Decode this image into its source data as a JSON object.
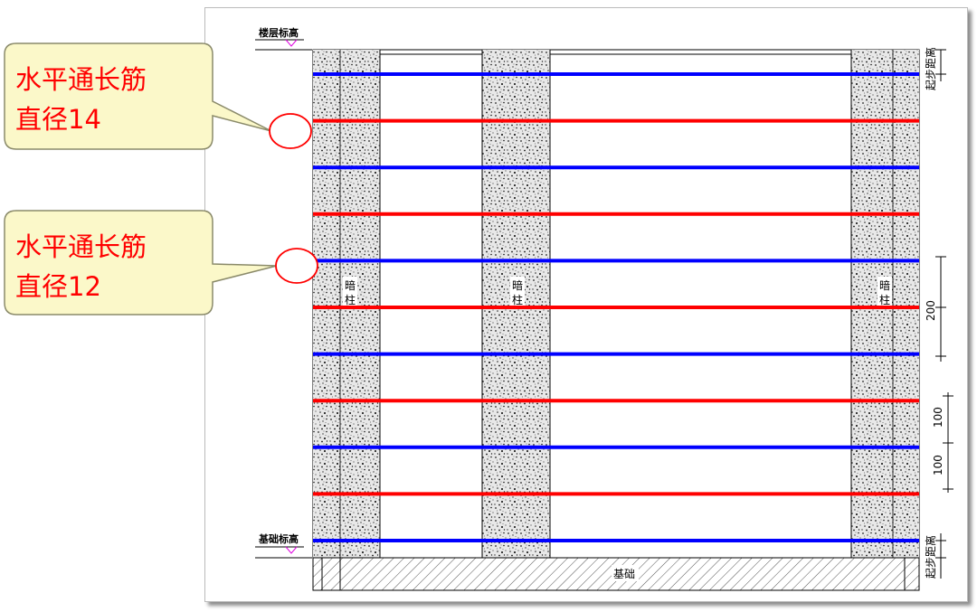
{
  "labels": {
    "floor_elevation": "楼层标高",
    "foundation_elevation": "基础标高",
    "foundation": "基础",
    "hidden_column": "暗柱",
    "start_distance": "起步距离",
    "dim_200": "200",
    "dim_100_upper": "100",
    "dim_100_lower": "100"
  },
  "callouts": [
    {
      "line1": "水平通长筋",
      "line2": "直径14"
    },
    {
      "line1": "水平通长筋",
      "line2": "直径12"
    }
  ],
  "colors": {
    "rebar_d14": "#ff0000",
    "rebar_d12": "#0000ff",
    "callout_fill": "#fbf8c9",
    "callout_text": "#ff0000",
    "concrete_texture": "#000000"
  },
  "rebar_sequence": [
    "blue",
    "red",
    "blue",
    "red",
    "blue",
    "red",
    "blue",
    "red",
    "blue",
    "red",
    "blue"
  ]
}
